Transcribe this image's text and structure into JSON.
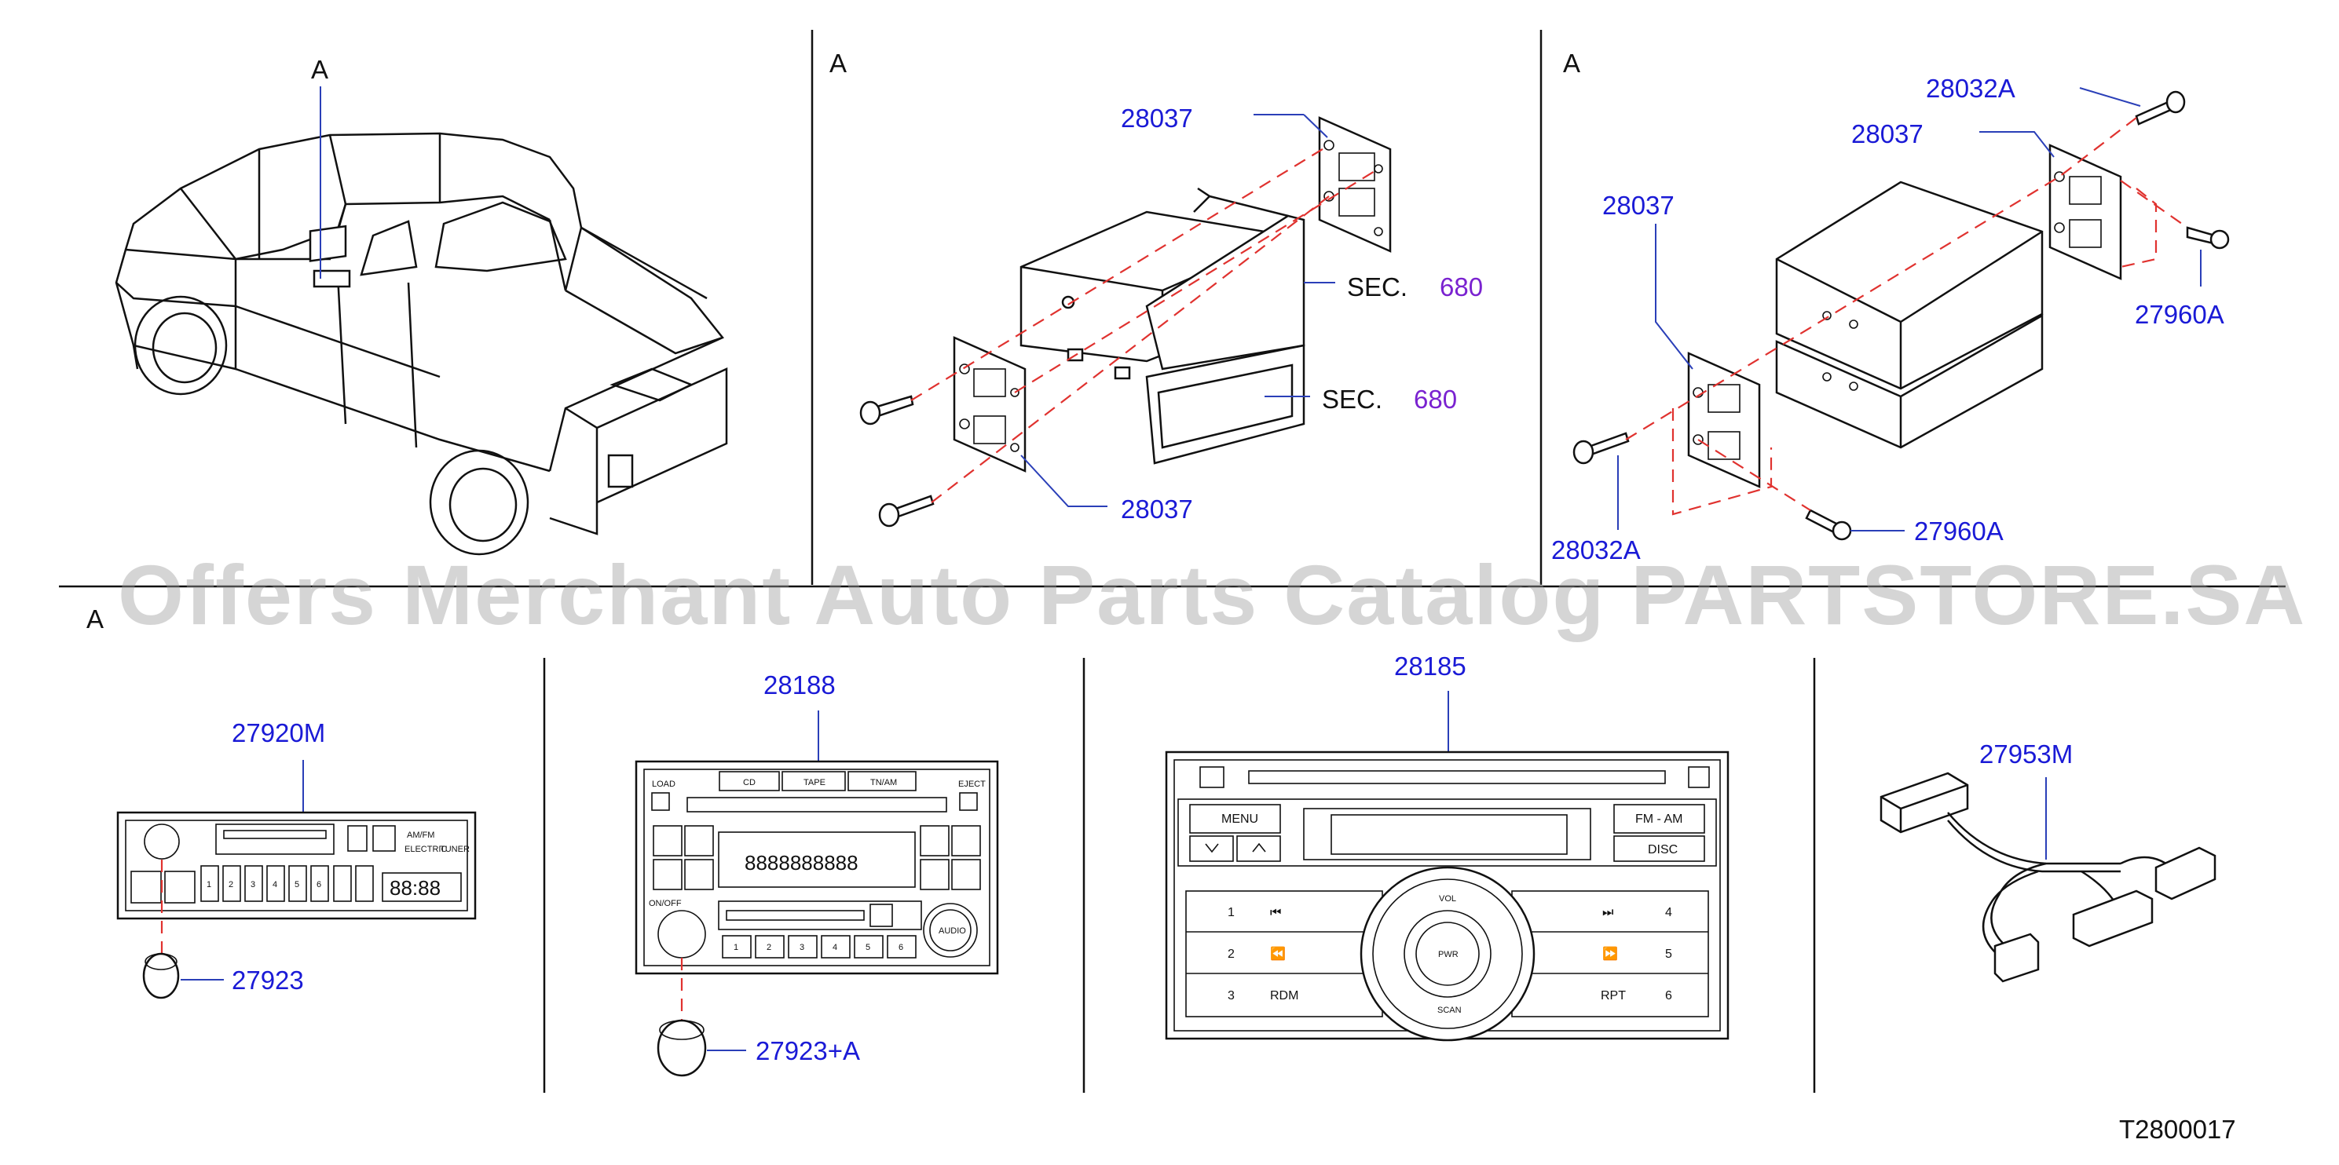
{
  "labels": {
    "a1": "A",
    "a2": "A",
    "a3": "A",
    "a4": "A",
    "p_28037_top": "28037",
    "sec_top": "SEC.",
    "sec_top_num": "680",
    "sec_bot": "SEC.",
    "sec_bot_num": "680",
    "p_28037_mid": "28037",
    "p_28032A_top": "28032A",
    "p_28037_right": "28037",
    "p_28037_left": "28037",
    "p_27960A_right": "27960A",
    "p_27960A_bot": "27960A",
    "p_28032A_bot": "28032A",
    "p_27920M": "27920M",
    "p_27923": "27923",
    "p_28188": "28188",
    "p_27923A": "27923+A",
    "p_28185": "28185",
    "p_27953M": "27953M",
    "code": "T2800017"
  },
  "watermark": "Offers Merchant Auto Parts Catalog PARTSTORE.SA",
  "radio1": {
    "amfm": "AM/FM",
    "electric": "ELECTRIC",
    "tuner": "TUNER",
    "presets": [
      "1",
      "2",
      "3",
      "4",
      "5",
      "6"
    ],
    "display": "88:88"
  },
  "radio2": {
    "load": "LOAD",
    "eject": "EJECT",
    "tabs": [
      "CD",
      "TAPE",
      "TN/AM"
    ],
    "display": "8888888888",
    "onoff": "ON/OFF",
    "audio": "AUDIO",
    "presets": [
      "1",
      "2",
      "3",
      "4",
      "5",
      "6"
    ]
  },
  "radio3": {
    "menu": "MENU",
    "fm_am": "FM - AM",
    "disc": "DISC",
    "vol": "VOL",
    "pwr": "PWR",
    "scan": "SCAN",
    "rdm": "RDM",
    "rpt": "RPT",
    "left_nums": [
      "1",
      "2",
      "3"
    ],
    "right_nums": [
      "4",
      "5",
      "6"
    ]
  },
  "colors": {
    "part_label": "#1a1ad6",
    "section_ref": "#7a22d0",
    "leader": "#2a3fb8",
    "dashed": "#e0322f",
    "watermark": "#9a9a9a"
  }
}
